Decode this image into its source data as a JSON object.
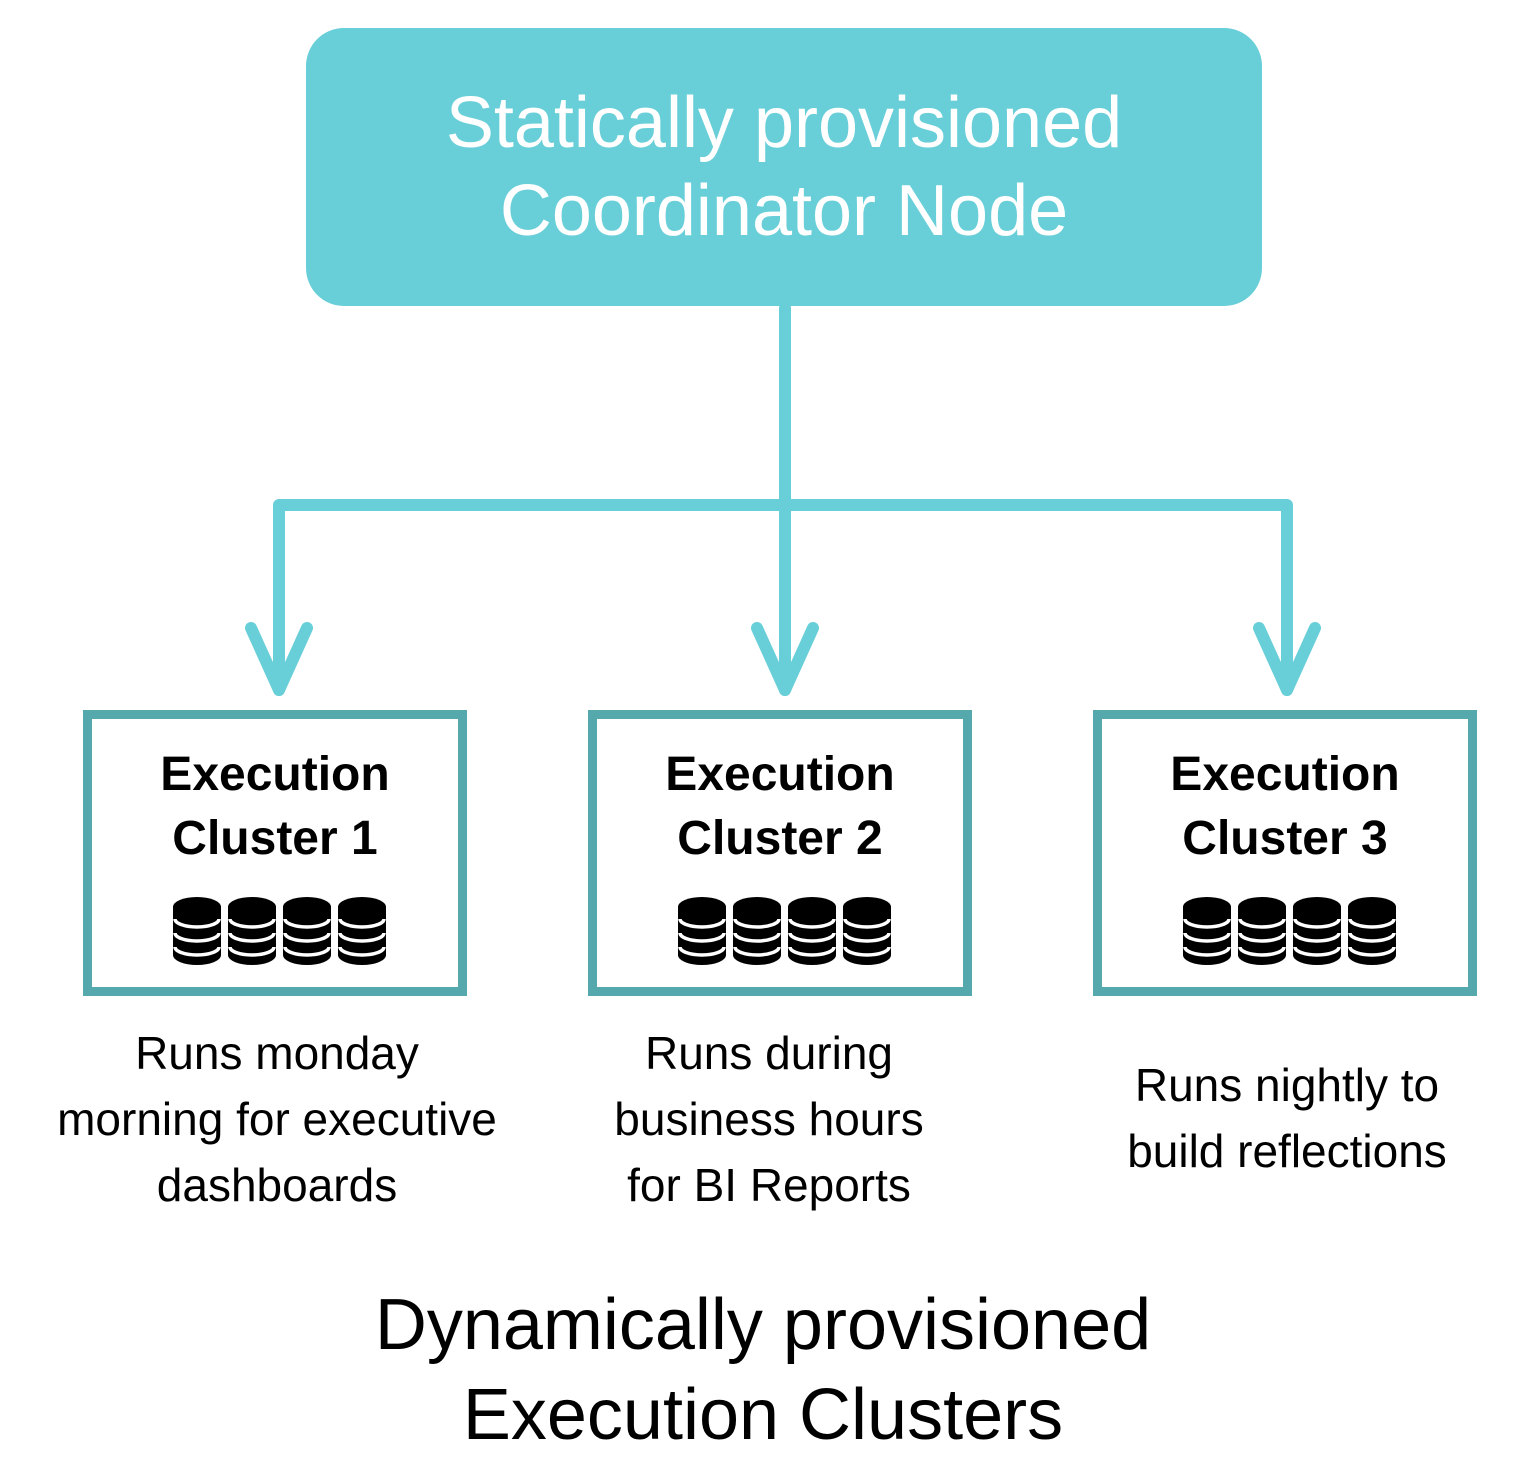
{
  "colors": {
    "coordinator_fill": "#68cfd9",
    "connector": "#68cfd9",
    "cluster_border": "#55a9ad",
    "text": "#000000",
    "coordinator_text": "#ffffff"
  },
  "coordinator": {
    "title": "Statically provisioned\nCoordinator Node"
  },
  "clusters": [
    {
      "title": "Execution\nCluster 1",
      "description": "Runs monday\nmorning for executive\ndashboards",
      "icon": "database-stack-icon"
    },
    {
      "title": "Execution\nCluster 2",
      "description": "Runs during\nbusiness hours\nfor  BI Reports",
      "icon": "database-stack-icon"
    },
    {
      "title": "Execution\nCluster 3",
      "description": "Runs nightly to\nbuild reflections",
      "icon": "database-stack-icon"
    }
  ],
  "footer": {
    "title": "Dynamically provisioned\nExecution Clusters"
  }
}
